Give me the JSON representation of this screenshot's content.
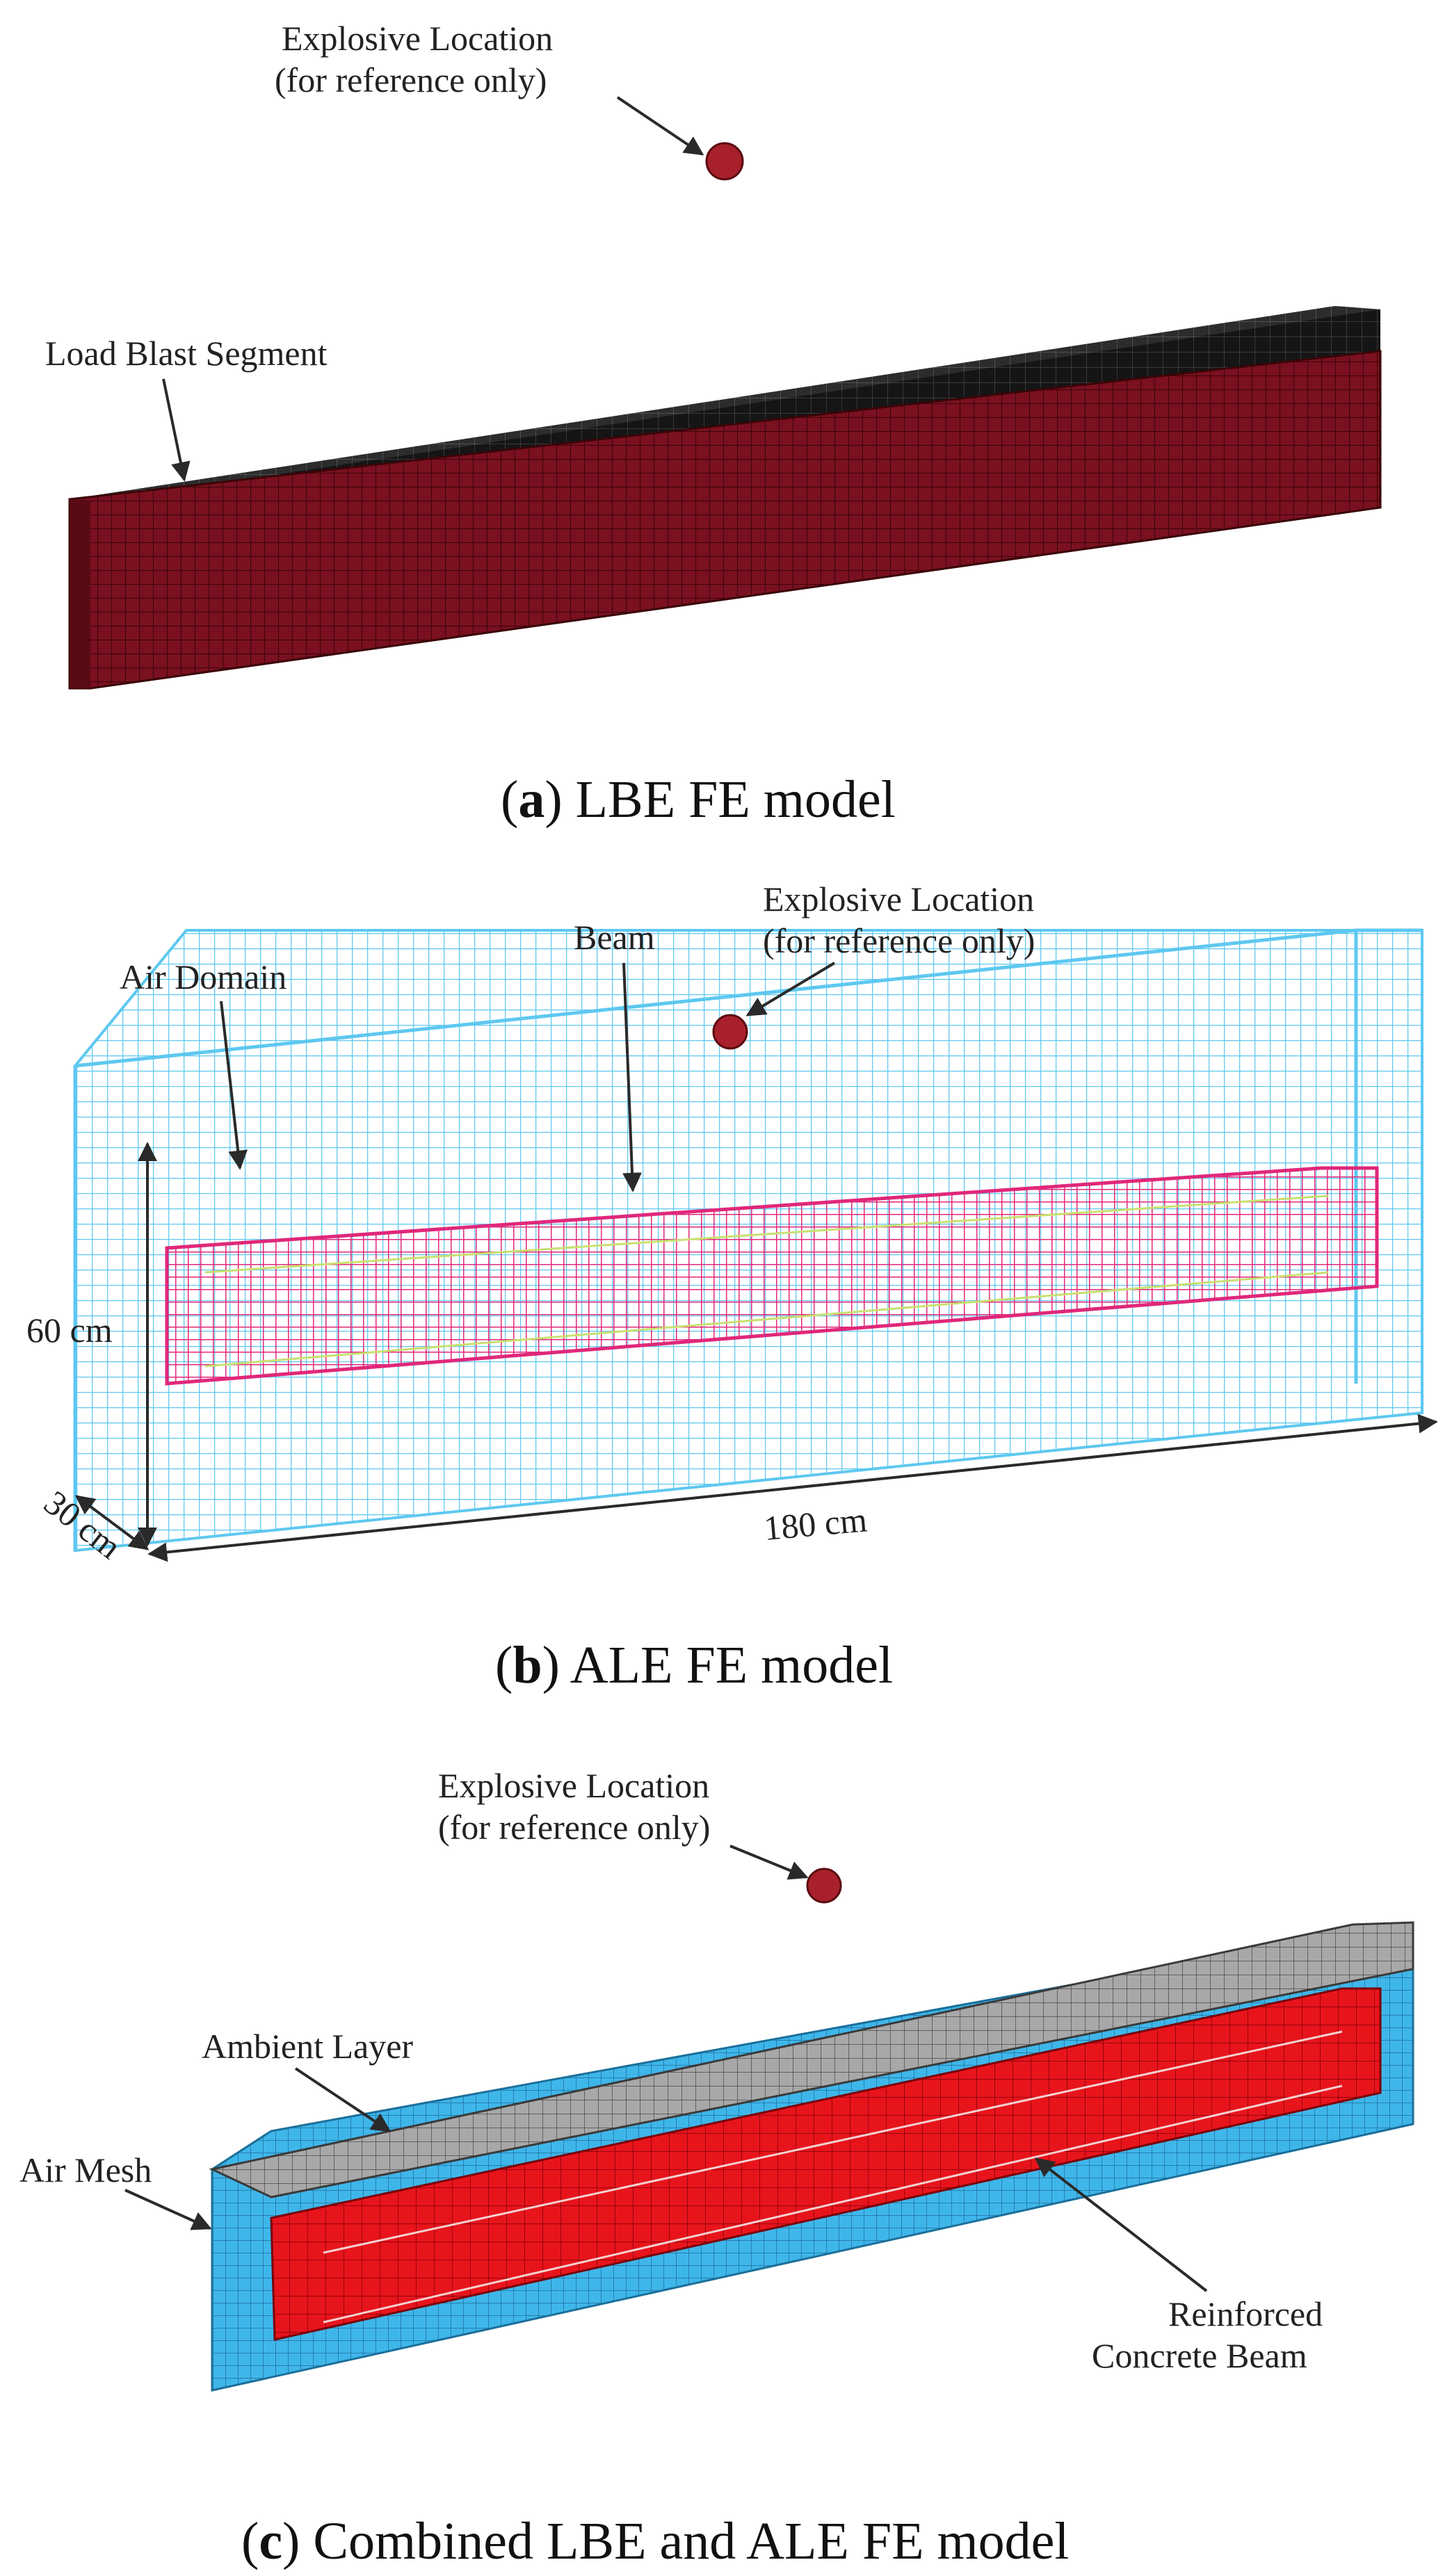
{
  "panel_a": {
    "explosive_label_line1": "Explosive Location",
    "explosive_label_line2": "(for reference only)",
    "segment_label": "Load Blast Segment",
    "caption_open": "(",
    "caption_letter": "a",
    "caption_rest": ") LBE FE model"
  },
  "panel_b": {
    "air_domain_label": "Air Domain",
    "beam_label": "Beam",
    "explosive_label_line1": "Explosive Location",
    "explosive_label_line2": "(for reference only)",
    "dim_height": "60 cm",
    "dim_depth": "30 cm",
    "dim_length": "180 cm",
    "caption_open": "(",
    "caption_letter": "b",
    "caption_rest": ") ALE FE model"
  },
  "panel_c": {
    "explosive_label_line1": "Explosive Location",
    "explosive_label_line2": "(for reference only)",
    "ambient_label": "Ambient Layer",
    "air_mesh_label": "Air Mesh",
    "rc_label_line1": "Reinforced",
    "rc_label_line2": "Concrete Beam",
    "caption_open": "(",
    "caption_letter": "c",
    "caption_rest": ") Combined LBE and ALE FE model"
  },
  "colors": {
    "beam_dark_red": "#7a1020",
    "beam_top_black": "#151515",
    "air_blue": "#5ec8f0",
    "beam_pink": "#e0287a",
    "rc_red": "#e8141c",
    "ambient_grey": "#9a9a9a",
    "explosive": "#a8202c"
  }
}
